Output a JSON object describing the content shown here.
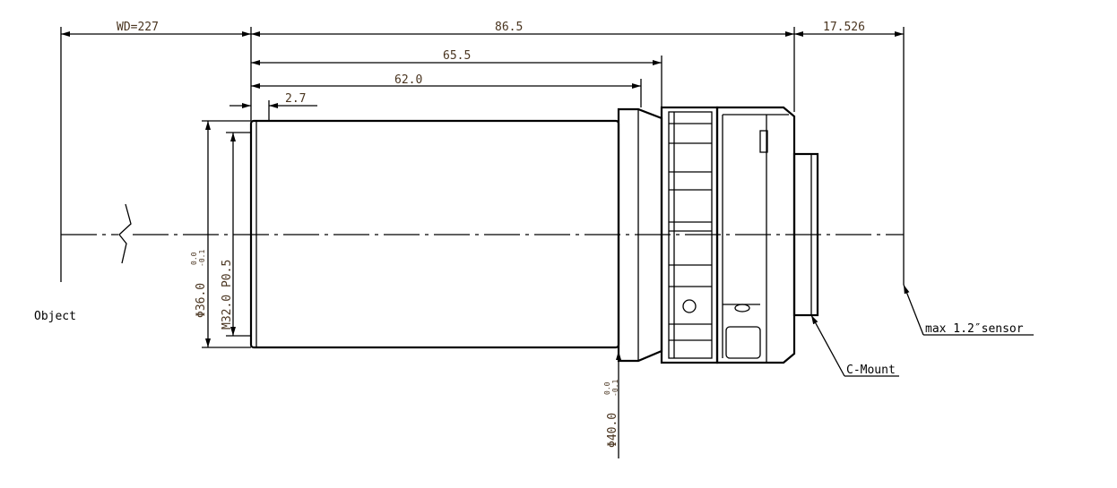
{
  "dimensions": {
    "wd": "WD=227",
    "total_length": "86.5",
    "back_focal": "17.526",
    "length_65": "65.5",
    "length_62": "62.0",
    "offset": "2.7",
    "dia_36": "Φ36.0",
    "dia_36_tol_upper": "0.0",
    "dia_36_tol_lower": "-0.1",
    "thread": "M32.0 P0.5",
    "dia_40": "Φ40.0",
    "dia_40_tol_upper": "0.0",
    "dia_40_tol_lower": "-0.1"
  },
  "labels": {
    "object": "Object",
    "sensor": "max 1.2″sensor",
    "mount": "C-Mount"
  }
}
